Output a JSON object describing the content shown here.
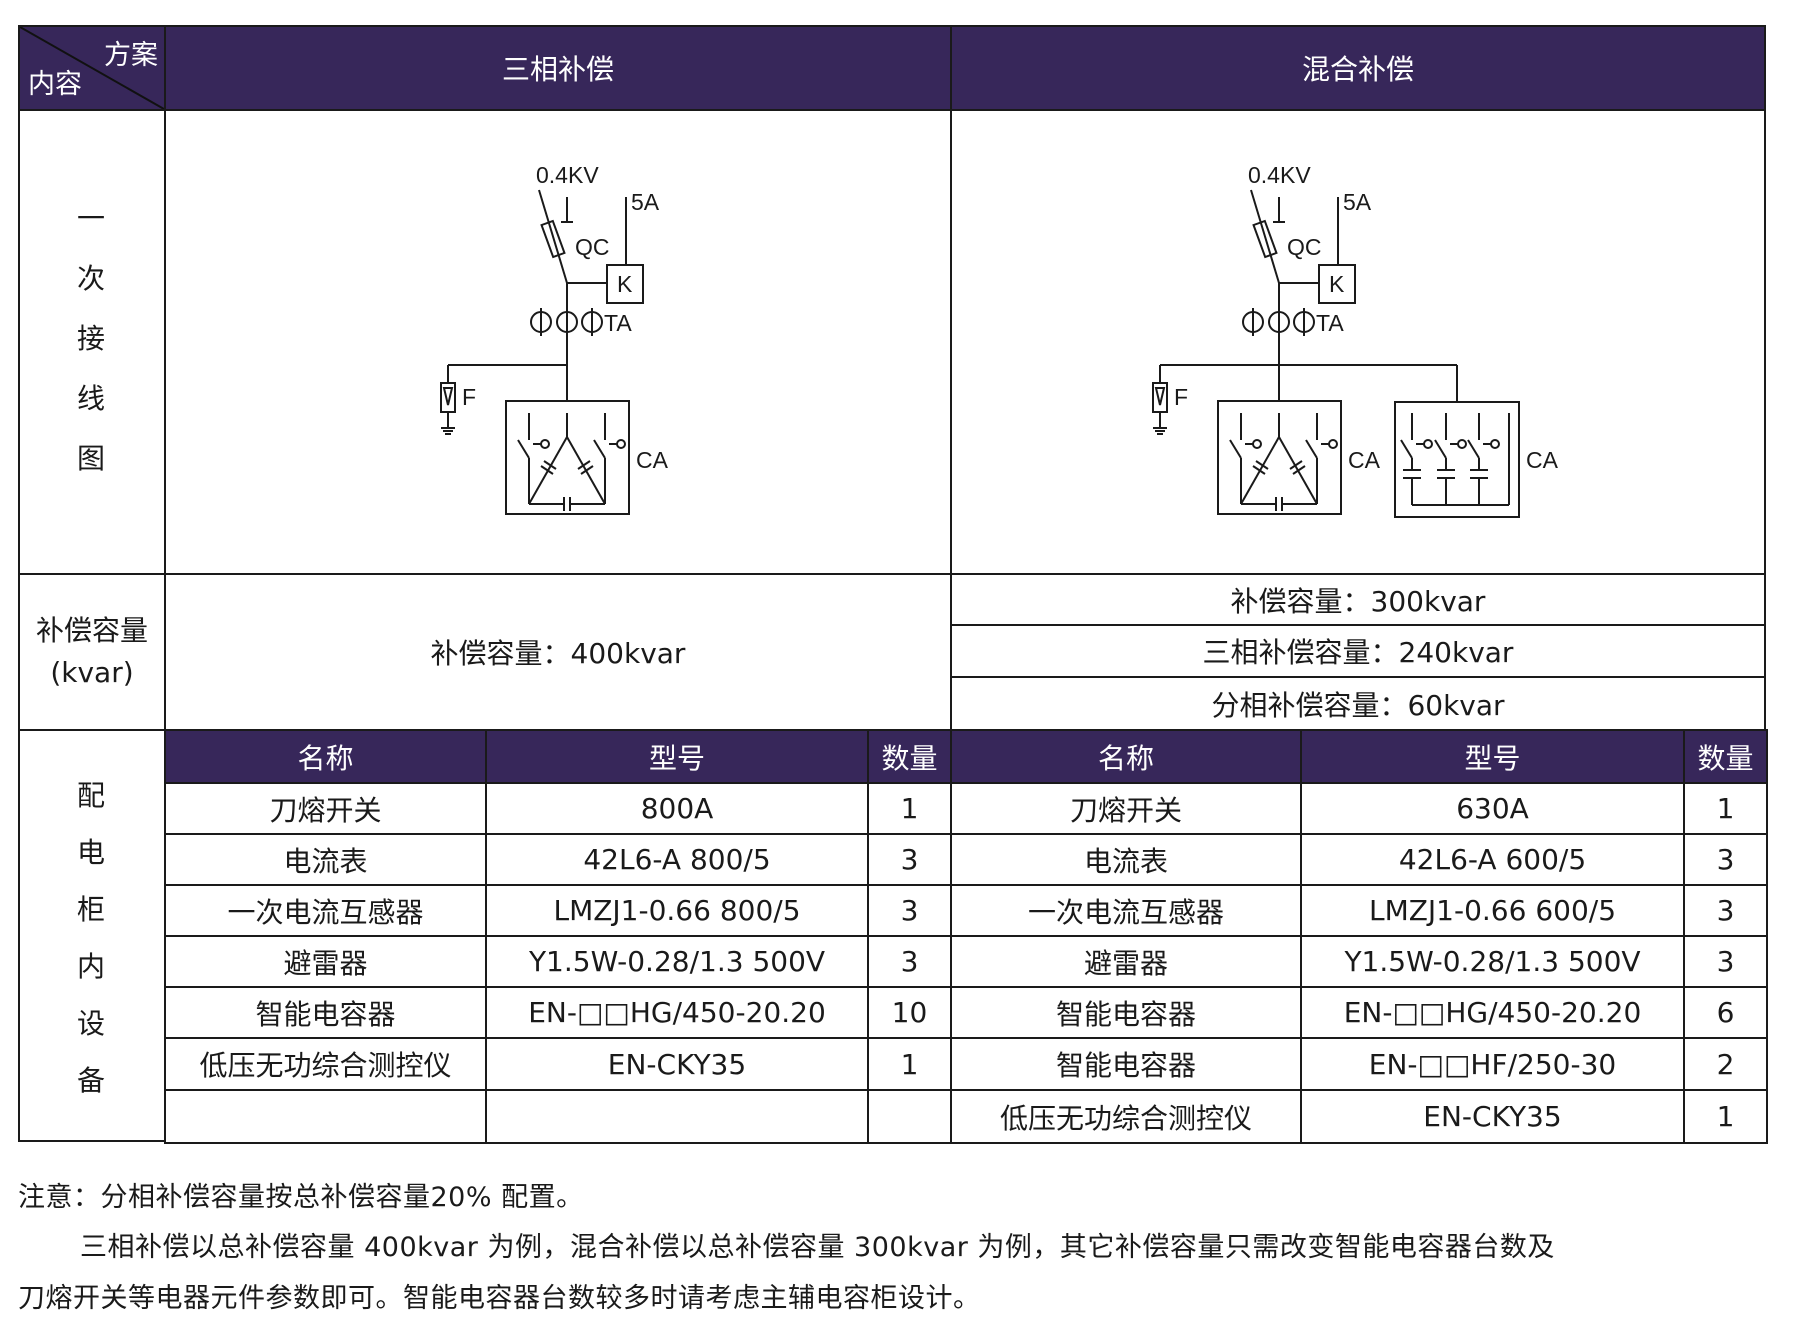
{
  "header": {
    "corner_top": "方案",
    "corner_bottom": "内容",
    "col_three_phase": "三相补偿",
    "col_mixed": "混合补偿"
  },
  "row_labels": {
    "diagram": [
      "一",
      "次",
      "接",
      "线",
      "图"
    ],
    "capacity_line1": "补偿容量",
    "capacity_line2": "(kvar)",
    "equipment": [
      "配",
      "电",
      "柜",
      "内",
      "设",
      "备"
    ]
  },
  "diagram_left": {
    "voltage": "0.4KV",
    "ct_secondary": "5A",
    "switch": "QC",
    "controller": "K",
    "ct": "TA",
    "arrester": "F",
    "capacitor": "CA"
  },
  "diagram_right": {
    "voltage": "0.4KV",
    "ct_secondary": "5A",
    "switch": "QC",
    "controller": "K",
    "ct": "TA",
    "arrester": "F",
    "capacitor_1": "CA",
    "capacitor_2": "CA"
  },
  "capacity": {
    "left": "补偿容量：400kvar",
    "right": [
      "补偿容量：300kvar",
      "三相补偿容量：240kvar",
      "分相补偿容量：60kvar"
    ]
  },
  "equipment": {
    "headers": [
      "名称",
      "型号",
      "数量",
      "名称",
      "型号",
      "数量"
    ],
    "left_rows": [
      [
        "刀熔开关",
        "800A",
        "1"
      ],
      [
        "电流表",
        "42L6-A 800/5",
        "3"
      ],
      [
        "一次电流互感器",
        "LMZJ1-0.66 800/5",
        "3"
      ],
      [
        "避雷器",
        "Y1.5W-0.28/1.3 500V",
        "3"
      ],
      [
        "智能电容器",
        "EN-□□HG/450-20.20",
        "10"
      ],
      [
        "低压无功综合测控仪",
        "EN-CKY35",
        "1"
      ],
      [
        "",
        "",
        ""
      ]
    ],
    "right_rows": [
      [
        "刀熔开关",
        "630A",
        "1"
      ],
      [
        "电流表",
        "42L6-A 600/5",
        "3"
      ],
      [
        "一次电流互感器",
        "LMZJ1-0.66 600/5",
        "3"
      ],
      [
        "避雷器",
        "Y1.5W-0.28/1.3 500V",
        "3"
      ],
      [
        "智能电容器",
        "EN-□□HG/450-20.20",
        "6"
      ],
      [
        "智能电容器",
        "EN-□□HF/250-30",
        "2"
      ],
      [
        "低压无功综合测控仪",
        "EN-CKY35",
        "1"
      ]
    ]
  },
  "notes": [
    "注意：分相补偿容量按总补偿容量20% 配置。",
    "三相补偿以总补偿容量 400kvar 为例，混合补偿以总补偿容量 300kvar 为例，其它补偿容量只需改变智能电容器台数及",
    "刀熔开关等电器元件参数即可。智能电容器台数较多时请考虑主辅电容柜设计。"
  ],
  "colors": {
    "header_bg": "#37275a",
    "border": "#1a1a1a"
  }
}
